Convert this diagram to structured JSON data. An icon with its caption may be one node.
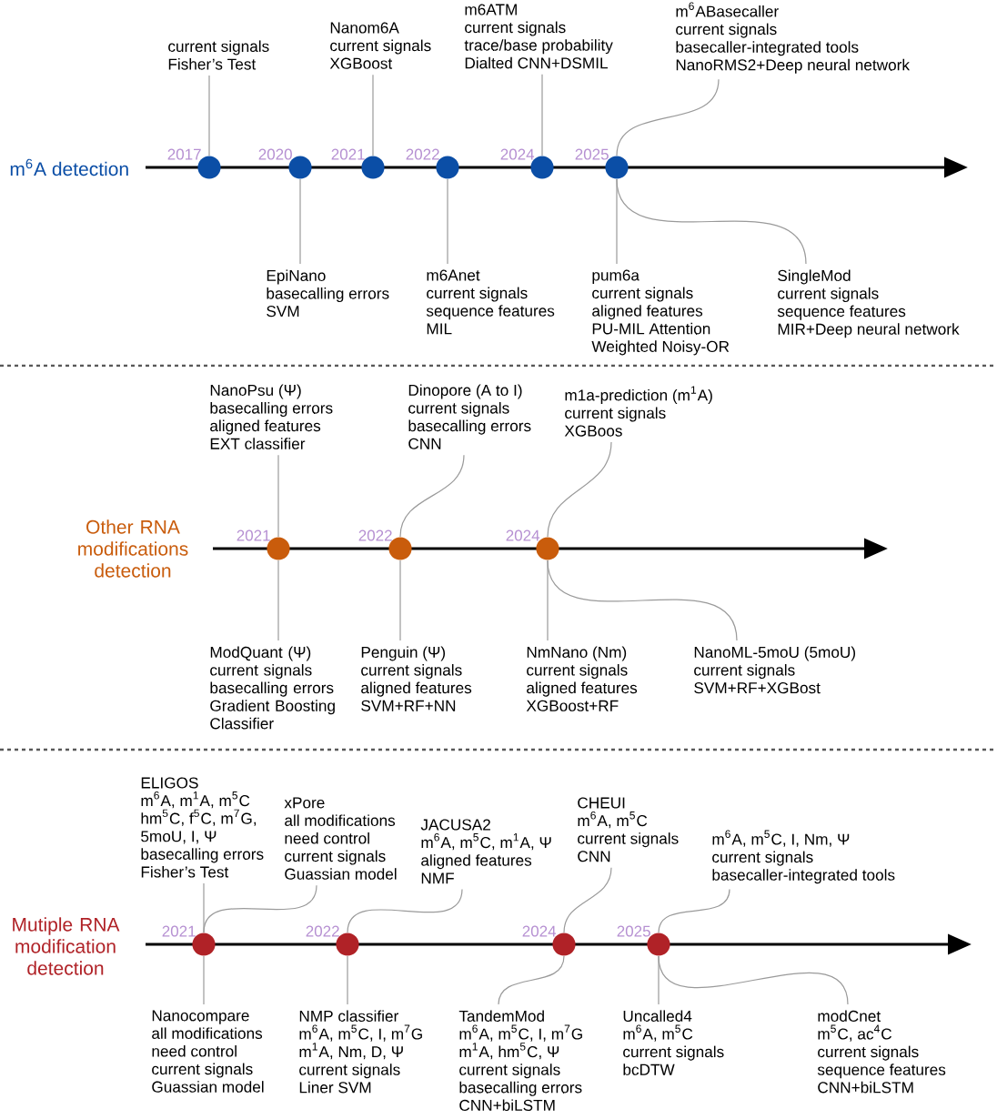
{
  "diagram": {
    "nodes": [
      {
        "text": [],
        "shape": "circle",
        "beside": [
          "2017"
        ]
      },
      {
        "text": [],
        "shape": "circle",
        "beside": [
          "2020"
        ]
      },
      {
        "text": [],
        "shape": "circle",
        "beside": [
          "2021"
        ]
      },
      {
        "text": [],
        "shape": "circle",
        "beside": [
          "2022"
        ]
      },
      {
        "text": [],
        "shape": "circle",
        "beside": [
          "2024"
        ]
      },
      {
        "text": [],
        "shape": "circle",
        "beside": [
          "2025"
        ]
      },
      {
        "text": [
          "current signals",
          "Fisher’s Test"
        ]
      },
      {
        "text": [
          "EpiNano",
          "basecalling errors",
          "SVM"
        ]
      },
      {
        "text": [
          "Nanom6A",
          "current signals",
          "XGBoost"
        ]
      },
      {
        "text": [
          "m6Anet",
          "current signals",
          "sequence features",
          "MIL"
        ]
      },
      {
        "text": [
          "m6ATM",
          "current signals",
          "trace/base probability",
          "Dialted CNN+DSMIL"
        ]
      },
      {
        "text": [
          "m$^{6}$ABasecaller",
          "current signals",
          "basecaller-integrated tools",
          "NanoRMS2+Deep neural network"
        ]
      },
      {
        "text": [
          "pum6a",
          "current signals",
          "aligned features",
          "PU-MIL Attention",
          "Weighted Noisy-OR"
        ]
      },
      {
        "text": [
          "SingleMod",
          "current signals",
          "sequence features",
          "MIR+Deep neural network"
        ]
      },
      {
        "text": [],
        "shape": "circle",
        "beside": [
          "2021"
        ]
      },
      {
        "text": [],
        "shape": "circle",
        "beside": [
          "2022"
        ]
      },
      {
        "text": [],
        "shape": "circle",
        "beside": [
          "2024"
        ]
      },
      {
        "text": [
          "NanoPsu (Ψ)",
          "basecalling errors",
          "aligned features",
          "EXT classifier"
        ]
      },
      {
        "text": [
          "ModQuant (Ψ)",
          "current signals",
          "basecalling errors",
          "Gradient Boosting Classifier"
        ]
      },
      {
        "text": [
          "Dinopore (A to I)",
          "current signals",
          "basecalling errors",
          "CNN"
        ]
      },
      {
        "text": [
          "Penguin (Ψ)",
          "current signals",
          "aligned features",
          "SVM+RF+NN"
        ]
      },
      {
        "text": [
          "m1a-prediction (m$^{1}$A)",
          "current signals",
          "XGBoos"
        ]
      },
      {
        "text": [
          "NmNano (Nm)",
          "current signals",
          "aligned features",
          "XGBoost+RF"
        ]
      },
      {
        "text": [
          "NanoML-5moU (5moU)",
          "current signals",
          "SVM+RF+XGBost"
        ]
      },
      {
        "text": [],
        "shape": "circle",
        "beside": [
          "2021"
        ]
      },
      {
        "text": [],
        "shape": "circle",
        "beside": [
          "2022"
        ]
      },
      {
        "text": [],
        "shape": "circle",
        "beside": [
          "2024"
        ]
      },
      {
        "text": [],
        "shape": "circle",
        "beside": [
          "2025"
        ]
      },
      {
        "text": [
          "ELIGOS",
          "m$^{6}$A, m$^{1}$A, m$^{5}$C",
          "hm$^{5}$C, f$^{5}$C, m$^{7}$G,",
          "5moU, I, Ψ",
          "basecalling errors",
          "Fisher’s Test"
        ]
      },
      {
        "text": [
          "Nanocompare",
          "all modifications",
          "need control",
          "current signals",
          "Guassian model"
        ]
      },
      {
        "text": [
          "xPore",
          "all modifications",
          "need control",
          "current signals",
          "Guassian model"
        ]
      },
      {
        "text": [
          "NMP classifier",
          "m$^{6}$A, m$^{5}$C, I, m$^{7}$G",
          "m$^{1}$A, Nm, D, Ψ",
          "current signals",
          "Liner SVM"
        ]
      },
      {
        "text": [
          "JACUSA2",
          "m$^{6}$A, m$^{5}$C, m$^{1}$A, Ψ",
          "aligned features",
          "NMF"
        ]
      },
      {
        "text": [
          "CHEUI",
          "m$^{6}$A, m$^{5}$C",
          "current signals",
          "CNN"
        ]
      },
      {
        "text": [
          "TandemMod",
          "m$^{6}$A, m$^{5}$C, I, m$^{7}$G",
          "m$^{1}$A, hm$^{5}$C, Ψ",
          "current signals",
          "basecalling errors",
          "CNN+biLSTM"
        ]
      },
      {
        "text": [
          "m$^{6}$A, m$^{5}$C, I, Nm, Ψ",
          "current signals",
          "basecaller-integrated tools"
        ]
      },
      {
        "text": [
          "Uncalled4",
          "m$^{6}$A, m$^{5}$C",
          "current signals",
          "bcDTW"
        ]
      },
      {
        "text": [
          "modCnet",
          "m$^{5}$C, ac$^{4}$C",
          "current signals",
          "sequence features",
          "CNN+biLSTM"
        ]
      }
    ],
    "edges": [
      {
        "from": 6,
        "to": 0,
        "arrow": "none"
      },
      {
        "from": 7,
        "to": 1,
        "arrow": "none"
      },
      {
        "from": 8,
        "to": 2,
        "arrow": "none"
      },
      {
        "from": 9,
        "to": 3,
        "arrow": "none"
      },
      {
        "from": 10,
        "to": 4,
        "arrow": "none"
      },
      {
        "from": 11,
        "to": 5,
        "arrow": "none"
      },
      {
        "from": 12,
        "to": 5,
        "arrow": "none"
      },
      {
        "from": 13,
        "to": 5,
        "arrow": "none"
      },
      {
        "from": 17,
        "to": 14,
        "arrow": "none"
      },
      {
        "from": 18,
        "to": 14,
        "arrow": "none"
      },
      {
        "from": 19,
        "to": 15,
        "arrow": "none"
      },
      {
        "from": 20,
        "to": 15,
        "arrow": "none"
      },
      {
        "from": 21,
        "to": 16,
        "arrow": "none"
      },
      {
        "from": 22,
        "to": 16,
        "arrow": "none"
      },
      {
        "from": 23,
        "to": 16,
        "arrow": "none"
      },
      {
        "from": 28,
        "to": 24,
        "arrow": "none"
      },
      {
        "from": 29,
        "to": 24,
        "arrow": "none"
      },
      {
        "from": 30,
        "to": 24,
        "arrow": "none"
      },
      {
        "from": 31,
        "to": 25,
        "arrow": "none"
      },
      {
        "from": 32,
        "to": 25,
        "arrow": "none"
      },
      {
        "from": 33,
        "to": 26,
        "arrow": "none"
      },
      {
        "from": 34,
        "to": 26,
        "arrow": "none"
      },
      {
        "from": 35,
        "to": 27,
        "arrow": "none"
      },
      {
        "from": 36,
        "to": 27,
        "arrow": "none"
      },
      {
        "from": 37,
        "to": 27,
        "arrow": "none"
      }
    ],
    "labels": [
      "m$^{6}$A detection",
      "Other RNA modifications detection",
      "Mutiple RNA modification detection"
    ]
  }
}
